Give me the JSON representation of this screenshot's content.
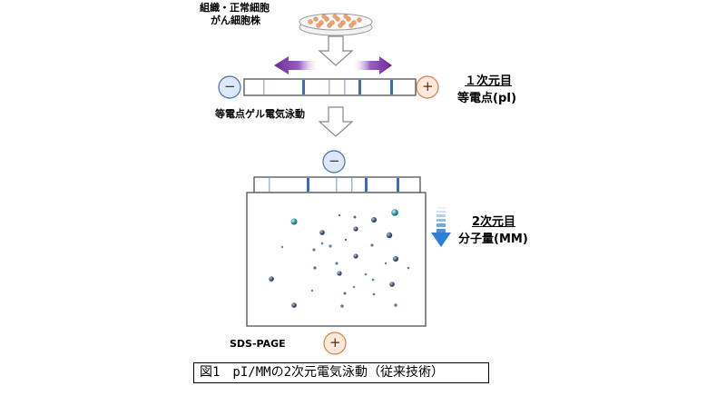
{
  "sample": {
    "line1": "組織・正常細胞",
    "line2": "がん細胞株"
  },
  "first_dimension": {
    "title": "１次元目",
    "subtitle": "等電点(pI)"
  },
  "ief_label": "等電点ゲル電気泳動",
  "second_dimension": {
    "title": "2次元目",
    "subtitle": "分子量(MM)"
  },
  "sds_label": "SDS-PAGE",
  "electrodes": {
    "minus": "−",
    "plus": "+"
  },
  "caption": "図1　pI/MMの2次元電気泳動（従来技術）",
  "colors": {
    "minus_fill": "#dde8f6",
    "minus_stroke": "#4a6fa5",
    "plus_fill": "#fde8d9",
    "plus_stroke": "#d9824a",
    "purple_arrow": "#7b3fa0",
    "blue_arrow": "#2f7fd8",
    "band": "#3b6cc0",
    "spot_dark": "#334466",
    "spot_teal": "#2a8fa8"
  },
  "icons": [
    "petri-dish-icon",
    "down-arrow-icon",
    "purple-arrow-left-icon",
    "purple-arrow-right-icon",
    "blue-down-arrow-icon"
  ]
}
